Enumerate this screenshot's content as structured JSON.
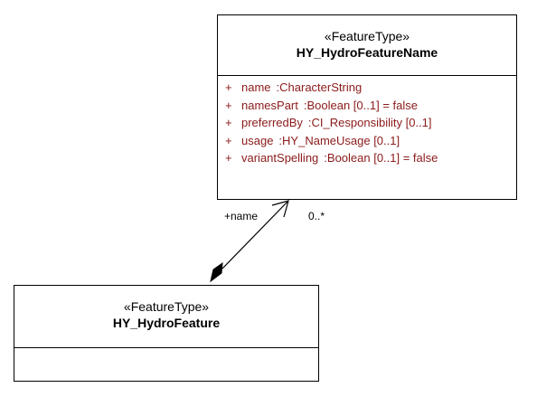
{
  "classes": {
    "hydro_feature_name": {
      "stereotype": "«FeatureType»",
      "name": "HY_HydroFeatureName",
      "attributes": [
        {
          "visibility": "+",
          "name": "name",
          "type": ":CharacterString"
        },
        {
          "visibility": "+",
          "name": "namesPart",
          "type": ":Boolean [0..1] = false"
        },
        {
          "visibility": "+",
          "name": "preferredBy",
          "type": ":CI_Responsibility [0..1]"
        },
        {
          "visibility": "+",
          "name": "usage",
          "type": ":HY_NameUsage [0..1]"
        },
        {
          "visibility": "+",
          "name": "variantSpelling",
          "type": ":Boolean [0..1] = false"
        }
      ]
    },
    "hydro_feature": {
      "stereotype": "«FeatureType»",
      "name": "HY_HydroFeature"
    }
  },
  "association": {
    "role": "+name",
    "multiplicity": "0..*",
    "kind": "composition"
  },
  "colors": {
    "attribute_text": "#8b1a1a",
    "border": "#000000"
  }
}
